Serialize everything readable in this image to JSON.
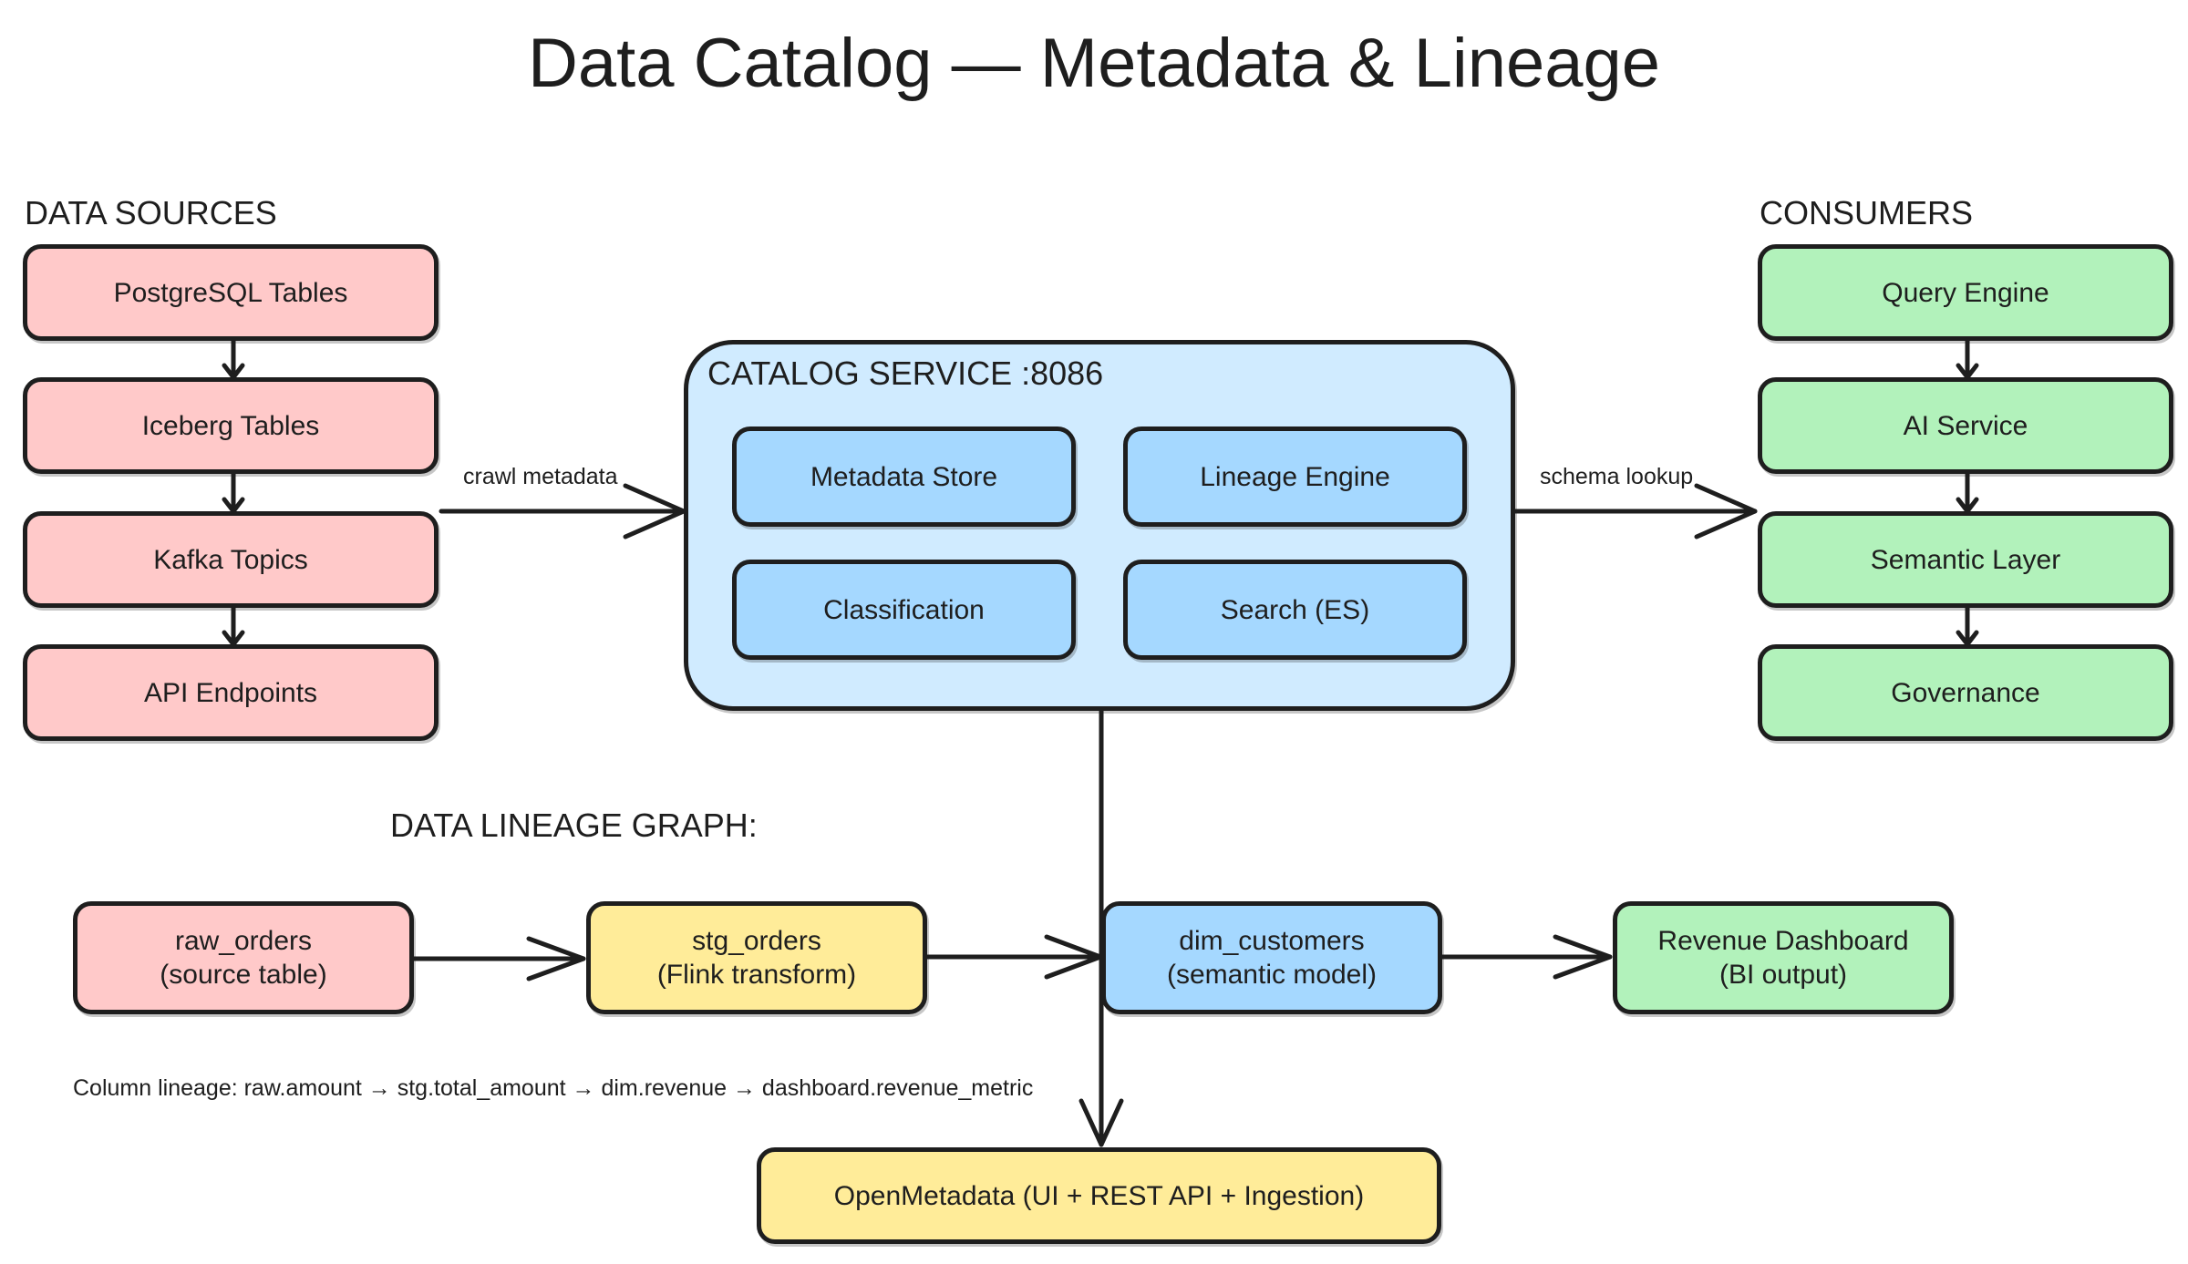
{
  "title": "Data Catalog — Metadata & Lineage",
  "sections": {
    "sources": "DATA SOURCES",
    "consumers": "CONSUMERS",
    "lineage": "DATA LINEAGE GRAPH:"
  },
  "sources": [
    {
      "label": "PostgreSQL Tables"
    },
    {
      "label": "Iceberg Tables"
    },
    {
      "label": "Kafka Topics"
    },
    {
      "label": "API Endpoints"
    }
  ],
  "consumers": [
    {
      "label": "Query Engine"
    },
    {
      "label": "AI Service"
    },
    {
      "label": "Semantic Layer"
    },
    {
      "label": "Governance"
    }
  ],
  "catalog": {
    "label": "CATALOG SERVICE :8086",
    "components": [
      {
        "label": "Metadata Store"
      },
      {
        "label": "Lineage Engine"
      },
      {
        "label": "Classification"
      },
      {
        "label": "Search (ES)"
      }
    ]
  },
  "edges": {
    "crawl": "crawl metadata",
    "schema": "schema lookup"
  },
  "lineage": [
    {
      "name": "raw_orders",
      "sub": "(source table)"
    },
    {
      "name": "stg_orders",
      "sub": "(Flink transform)"
    },
    {
      "name": "dim_customers",
      "sub": "(semantic model)"
    },
    {
      "name": "Revenue Dashboard",
      "sub": "(BI output)"
    }
  ],
  "column_lineage": "Column lineage: raw.amount → stg.total_amount → dim.revenue → dashboard.revenue_metric",
  "openmetadata": "OpenMetadata (UI + REST API + Ingestion)",
  "colors": {
    "source": "#ffc9c9",
    "consumer": "#b2f2bb",
    "component": "#a5d8ff",
    "catalog": "#d0ebff",
    "transform": "#ffec99",
    "stroke": "#1e1e1e"
  }
}
